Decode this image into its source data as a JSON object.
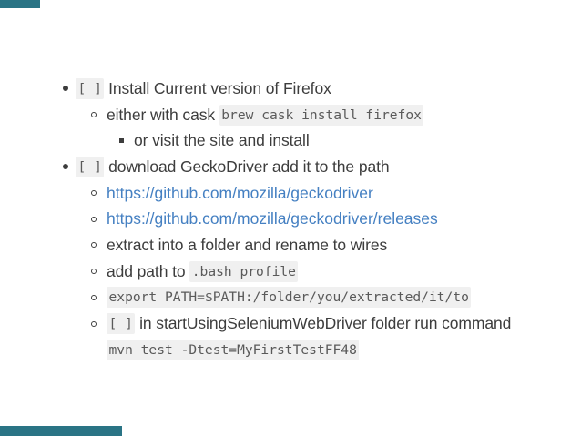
{
  "slide": {
    "background": "#ffffff",
    "accent_color": "#2a7485"
  },
  "colors": {
    "text": "#3d3d3d",
    "code_text": "#5a5a5a",
    "code_bg": "#f0f0f0",
    "link": "#4580c2"
  },
  "checklist": {
    "items": [
      {
        "level": 1,
        "marker": "disc",
        "segments": [
          {
            "type": "code",
            "text": "[ ]"
          },
          {
            "type": "text",
            "text": " Install Current version of Firefox"
          }
        ]
      },
      {
        "level": 2,
        "marker": "circle",
        "segments": [
          {
            "type": "text",
            "text": "either with cask "
          },
          {
            "type": "code",
            "text": "brew cask install firefox"
          }
        ]
      },
      {
        "level": 3,
        "marker": "square",
        "segments": [
          {
            "type": "text",
            "text": "or visit the site and install"
          }
        ]
      },
      {
        "level": 1,
        "marker": "disc",
        "segments": [
          {
            "type": "code",
            "text": "[ ]"
          },
          {
            "type": "text",
            "text": " download GeckoDriver add it to the path"
          }
        ]
      },
      {
        "level": 2,
        "marker": "circle",
        "segments": [
          {
            "type": "link",
            "text": "https://github.com/mozilla/geckodriver"
          }
        ]
      },
      {
        "level": 2,
        "marker": "circle",
        "segments": [
          {
            "type": "link",
            "text": "https://github.com/mozilla/geckodriver/releases"
          }
        ]
      },
      {
        "level": 2,
        "marker": "circle",
        "segments": [
          {
            "type": "text",
            "text": "extract into a folder and rename to wires"
          }
        ]
      },
      {
        "level": 2,
        "marker": "circle",
        "segments": [
          {
            "type": "text",
            "text": "add path to "
          },
          {
            "type": "code",
            "text": ".bash_profile"
          }
        ]
      },
      {
        "level": 2,
        "marker": "circle",
        "segments": [
          {
            "type": "code",
            "text": "export PATH=$PATH:/folder/you/extracted/it/to"
          }
        ]
      },
      {
        "level": 2,
        "marker": "circle",
        "segments": [
          {
            "type": "code",
            "text": "[ ]"
          },
          {
            "type": "text",
            "text": " in startUsingSeleniumWebDriver folder run command"
          }
        ]
      },
      {
        "level": 2,
        "marker": "none",
        "segments": [
          {
            "type": "code",
            "text": "mvn test -Dtest=MyFirstTestFF48"
          }
        ]
      }
    ]
  }
}
